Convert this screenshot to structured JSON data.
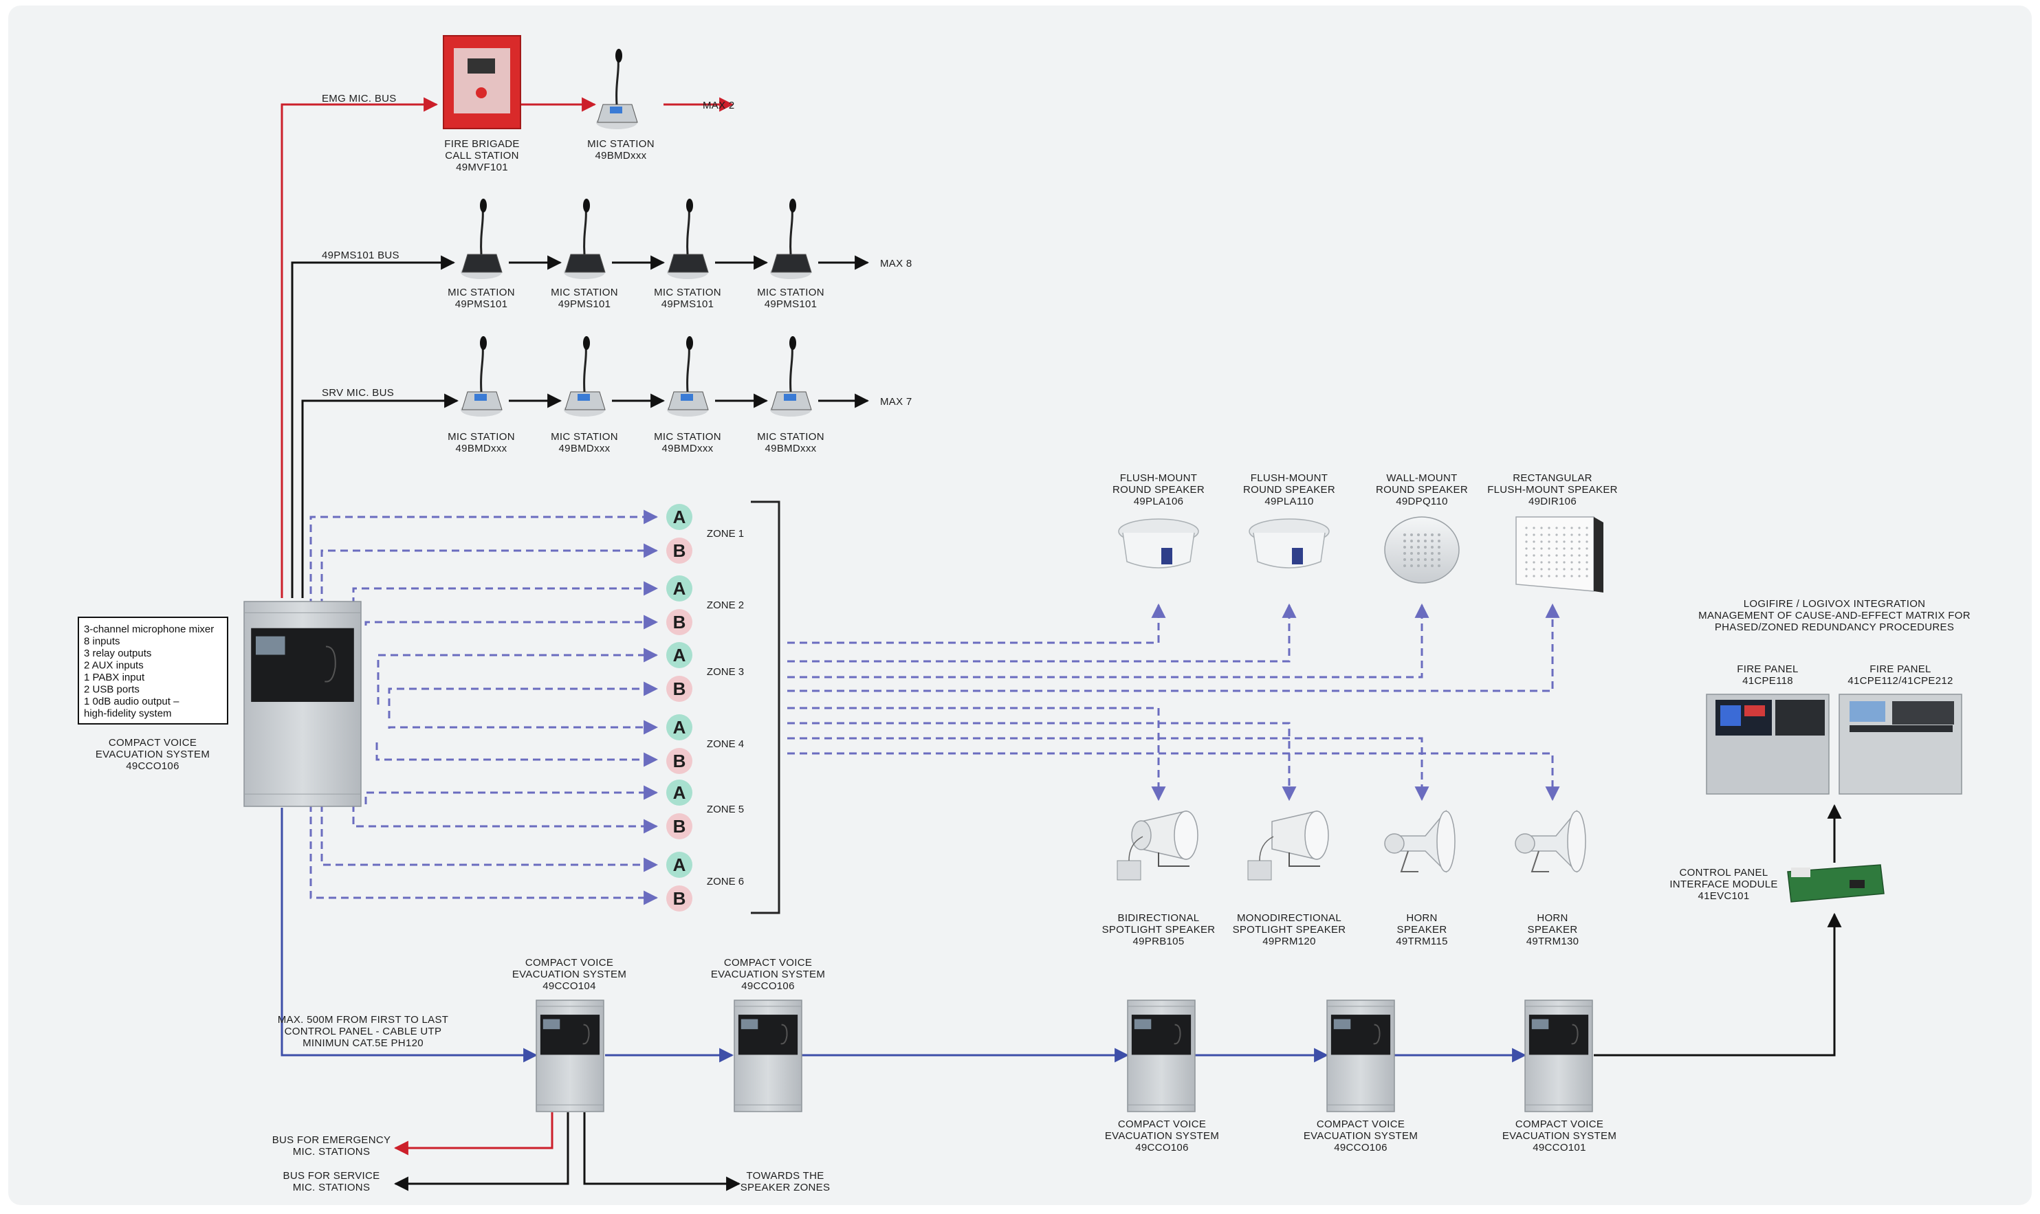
{
  "colors": {
    "background": "#f1f3f4",
    "emergency_bus": "#cc1f2a",
    "standard_bus": "#111111",
    "zone_lines": "#6a6cbf",
    "panel_bus": "#3d4ea8",
    "zone_a": "#a8e0cf",
    "zone_b": "#f1c9cd"
  },
  "buses": {
    "emg": "EMG MIC. BUS",
    "pms": "49PMS101 BUS",
    "srv": "SRV MIC. BUS",
    "emg_max": "MAX 2",
    "pms_max": "MAX 8",
    "srv_max": "MAX 7"
  },
  "emg_devices": [
    {
      "lines": [
        "FIRE BRIGADE",
        "CALL STATION",
        "49MVF101"
      ]
    },
    {
      "lines": [
        "MIC STATION",
        "49BMDxxx"
      ]
    }
  ],
  "pms_stations": [
    {
      "lines": [
        "MIC STATION",
        "49PMS101"
      ]
    },
    {
      "lines": [
        "MIC STATION",
        "49PMS101"
      ]
    },
    {
      "lines": [
        "MIC STATION",
        "49PMS101"
      ]
    },
    {
      "lines": [
        "MIC STATION",
        "49PMS101"
      ]
    }
  ],
  "srv_stations": [
    {
      "lines": [
        "MIC STATION",
        "49BMDxxx"
      ]
    },
    {
      "lines": [
        "MIC STATION",
        "49BMDxxx"
      ]
    },
    {
      "lines": [
        "MIC STATION",
        "49BMDxxx"
      ]
    },
    {
      "lines": [
        "MIC STATION",
        "49BMDxxx"
      ]
    }
  ],
  "main_system": {
    "spec_lines": [
      "3-channel microphone mixer",
      "8 inputs",
      "3 relay outputs",
      "2 AUX inputs",
      "1 PABX input",
      "2 USB ports",
      "1 0dB audio output –",
      "high-fidelity system"
    ],
    "label_lines": [
      "COMPACT VOICE",
      "EVACUATION SYSTEM",
      "49CCO106"
    ]
  },
  "zones": [
    {
      "label": "ZONE 1",
      "a": "A",
      "b": "B"
    },
    {
      "label": "ZONE 2",
      "a": "A",
      "b": "B"
    },
    {
      "label": "ZONE 3",
      "a": "A",
      "b": "B"
    },
    {
      "label": "ZONE 4",
      "a": "A",
      "b": "B"
    },
    {
      "label": "ZONE 5",
      "a": "A",
      "b": "B"
    },
    {
      "label": "ZONE 6",
      "a": "A",
      "b": "B"
    }
  ],
  "speakers_top": [
    {
      "lines": [
        "FLUSH-MOUNT",
        "ROUND SPEAKER",
        "49PLA106"
      ]
    },
    {
      "lines": [
        "FLUSH-MOUNT",
        "ROUND SPEAKER",
        "49PLA110"
      ]
    },
    {
      "lines": [
        "WALL-MOUNT",
        "ROUND SPEAKER",
        "49DPQ110"
      ]
    },
    {
      "lines": [
        "RECTANGULAR",
        "FLUSH-MOUNT SPEAKER",
        "49DIR106"
      ]
    }
  ],
  "speakers_bottom": [
    {
      "lines": [
        "BIDIRECTIONAL",
        "SPOTLIGHT SPEAKER",
        "49PRB105"
      ]
    },
    {
      "lines": [
        "MONODIRECTIONAL",
        "SPOTLIGHT SPEAKER",
        "49PRM120"
      ]
    },
    {
      "lines": [
        "HORN",
        "SPEAKER",
        "49TRM115"
      ]
    },
    {
      "lines": [
        "HORN",
        "SPEAKER",
        "49TRM130"
      ]
    }
  ],
  "integration": {
    "title_lines": [
      "LOGIFIRE / LOGIVOX INTEGRATION",
      "MANAGEMENT OF CAUSE-AND-EFFECT MATRIX FOR",
      "PHASED/ZONED REDUNDANCY PROCEDURES"
    ],
    "panels": [
      {
        "lines": [
          "FIRE PANEL",
          "41CPE118"
        ]
      },
      {
        "lines": [
          "FIRE PANEL",
          "41CPE112/41CPE212"
        ]
      }
    ],
    "module_lines": [
      "CONTROL PANEL",
      "INTERFACE MODULE",
      "41EVC101"
    ]
  },
  "network": {
    "cable_note": [
      "MAX. 500M FROM FIRST TO LAST",
      "CONTROL PANEL - CABLE UTP",
      "MINIMUN CAT.5E PH120"
    ],
    "panels": [
      {
        "lines": [
          "COMPACT VOICE",
          "EVACUATION SYSTEM",
          "49CCO104"
        ]
      },
      {
        "lines": [
          "COMPACT VOICE",
          "EVACUATION SYSTEM",
          "49CCO106"
        ]
      },
      {
        "lines": [
          "COMPACT VOICE",
          "EVACUATION SYSTEM",
          "49CCO106"
        ]
      },
      {
        "lines": [
          "COMPACT VOICE",
          "EVACUATION SYSTEM",
          "49CCO106"
        ]
      },
      {
        "lines": [
          "COMPACT VOICE",
          "EVACUATION SYSTEM",
          "49CCO101"
        ]
      }
    ],
    "bus_emergency": [
      "BUS FOR EMERGENCY",
      "MIC. STATIONS"
    ],
    "bus_service": [
      "BUS FOR SERVICE",
      "MIC. STATIONS"
    ],
    "towards": [
      "TOWARDS THE",
      "SPEAKER ZONES"
    ]
  }
}
